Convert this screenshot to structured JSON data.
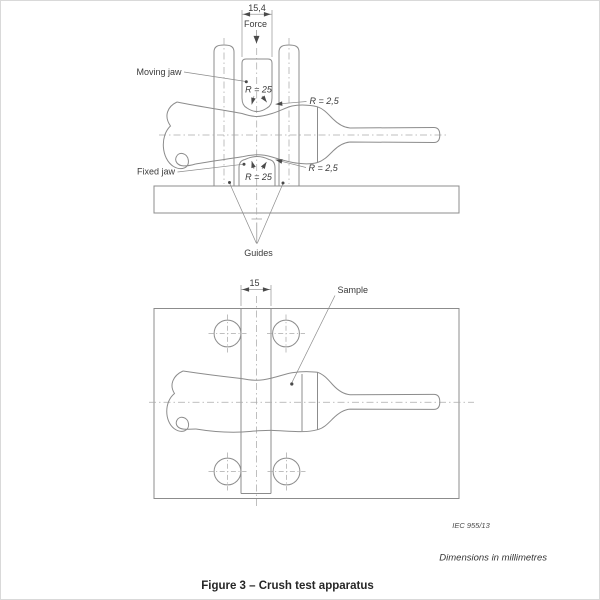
{
  "figure": {
    "side_view": {
      "dimension_label": "15,4",
      "force_label": "Force",
      "moving_jaw_label": "Moving jaw",
      "fixed_jaw_label": "Fixed jaw",
      "guides_label": "Guides",
      "moving_jaw_radius_label": "R = 25",
      "fixed_jaw_radius_label": "R = 25",
      "edge_radius_top_label": "R = 2,5",
      "edge_radius_bottom_label": "R = 2,5"
    },
    "plan_view": {
      "dimension_label": "15",
      "sample_label": "Sample"
    },
    "footer": {
      "reference": "IEC  955/13",
      "units_note": "Dimensions in millimetres",
      "caption": "Figure 3 – Crush test apparatus"
    },
    "colors": {
      "background": "#ffffff",
      "outline": "#8c8c8c",
      "centerline": "#ababab",
      "text": "#3a3a3a"
    }
  }
}
